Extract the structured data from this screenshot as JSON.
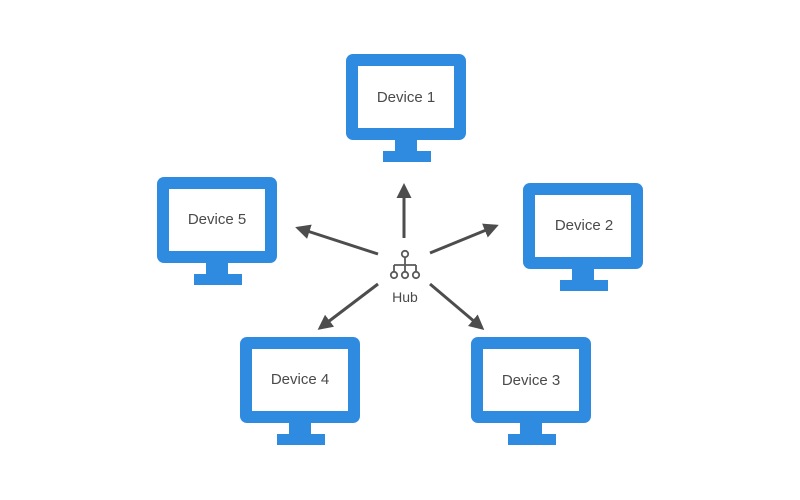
{
  "hub": {
    "label": "Hub",
    "icon": "network-hierarchy-icon"
  },
  "devices": [
    {
      "id": "device-1",
      "label": "Device 1"
    },
    {
      "id": "device-2",
      "label": "Device 2"
    },
    {
      "id": "device-3",
      "label": "Device 3"
    },
    {
      "id": "device-4",
      "label": "Device 4"
    },
    {
      "id": "device-5",
      "label": "Device 5"
    }
  ],
  "colors": {
    "monitor": "#2e8be0",
    "screen": "#ffffff",
    "arrow": "#4d4d4d",
    "text": "#4a4a4a",
    "hub_icon": "#5a5a5a"
  }
}
